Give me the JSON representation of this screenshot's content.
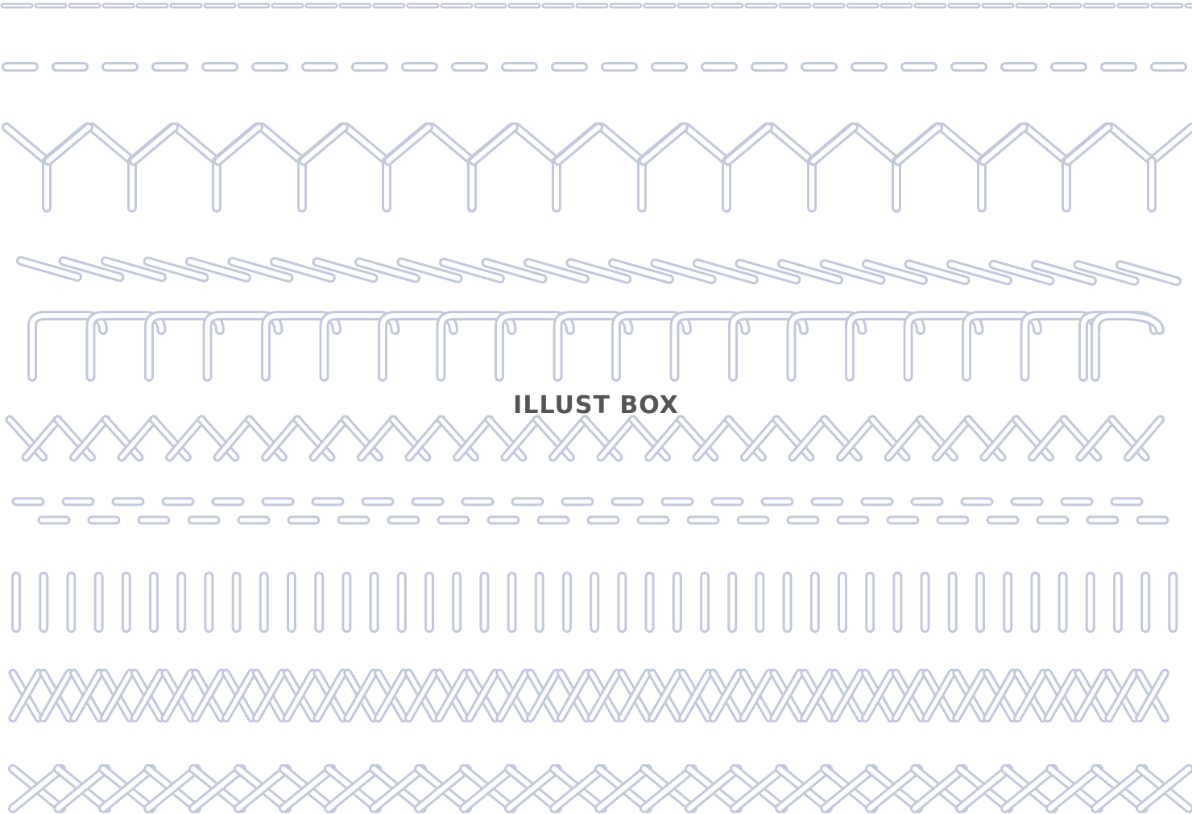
{
  "watermark": {
    "text": "ILLUST BOX",
    "color": "#555555"
  },
  "stitch_style": {
    "thread_outline_color": "#c3c9dc",
    "thread_fill_color": "#ffffff",
    "background_color": "#ffffff"
  },
  "stitch_rows": [
    {
      "name": "running-stitch-thin",
      "pattern": "dash-continuous"
    },
    {
      "name": "running-stitch",
      "pattern": "dash"
    },
    {
      "name": "feather-stitch",
      "pattern": "y-zigzag"
    },
    {
      "name": "stem-stitch",
      "pattern": "slanted-overlap"
    },
    {
      "name": "blanket-stitch",
      "pattern": "arched-comb"
    },
    {
      "name": "herringbone-stitch",
      "pattern": "cross-slant"
    },
    {
      "name": "double-running-stitch",
      "pattern": "staggered-dash"
    },
    {
      "name": "satin-stitch",
      "pattern": "vertical-bars"
    },
    {
      "name": "cross-stitch",
      "pattern": "x-band"
    },
    {
      "name": "closed-herringbone-stitch",
      "pattern": "lattice"
    }
  ]
}
